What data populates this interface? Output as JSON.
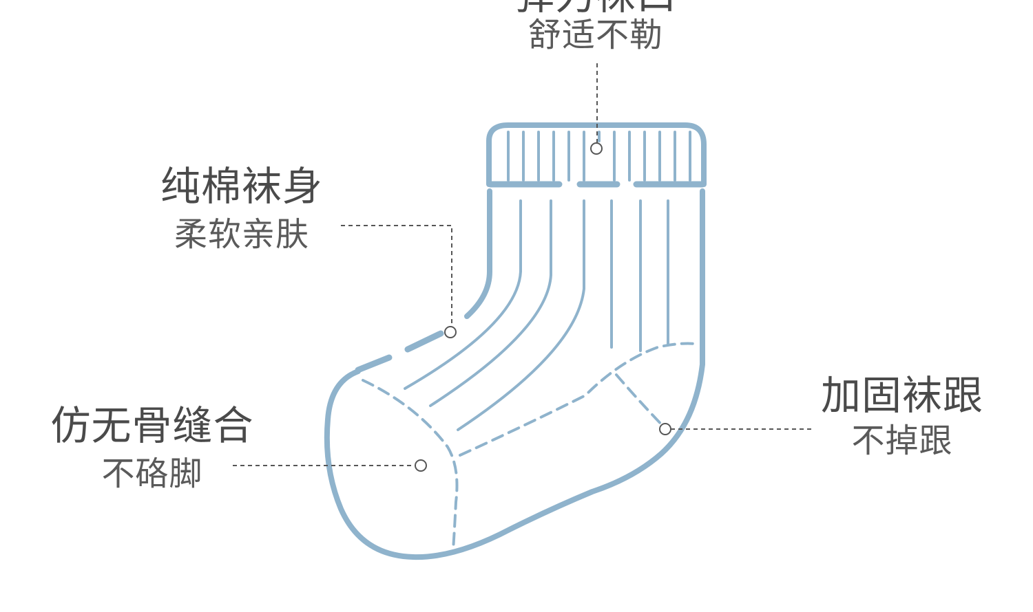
{
  "colors": {
    "sock_outline": "#8fb3cc",
    "leader_line": "#555555",
    "text_primary": "#4a4a4a"
  },
  "callouts": {
    "cuff": {
      "title": "弹力袜口",
      "sub": "舒适不勒"
    },
    "body": {
      "title": "纯棉袜身",
      "sub": "柔软亲肤"
    },
    "toe": {
      "title": "仿无骨缝合",
      "sub": "不硌脚"
    },
    "heel": {
      "title": "加固袜跟",
      "sub": "不掉跟"
    }
  }
}
